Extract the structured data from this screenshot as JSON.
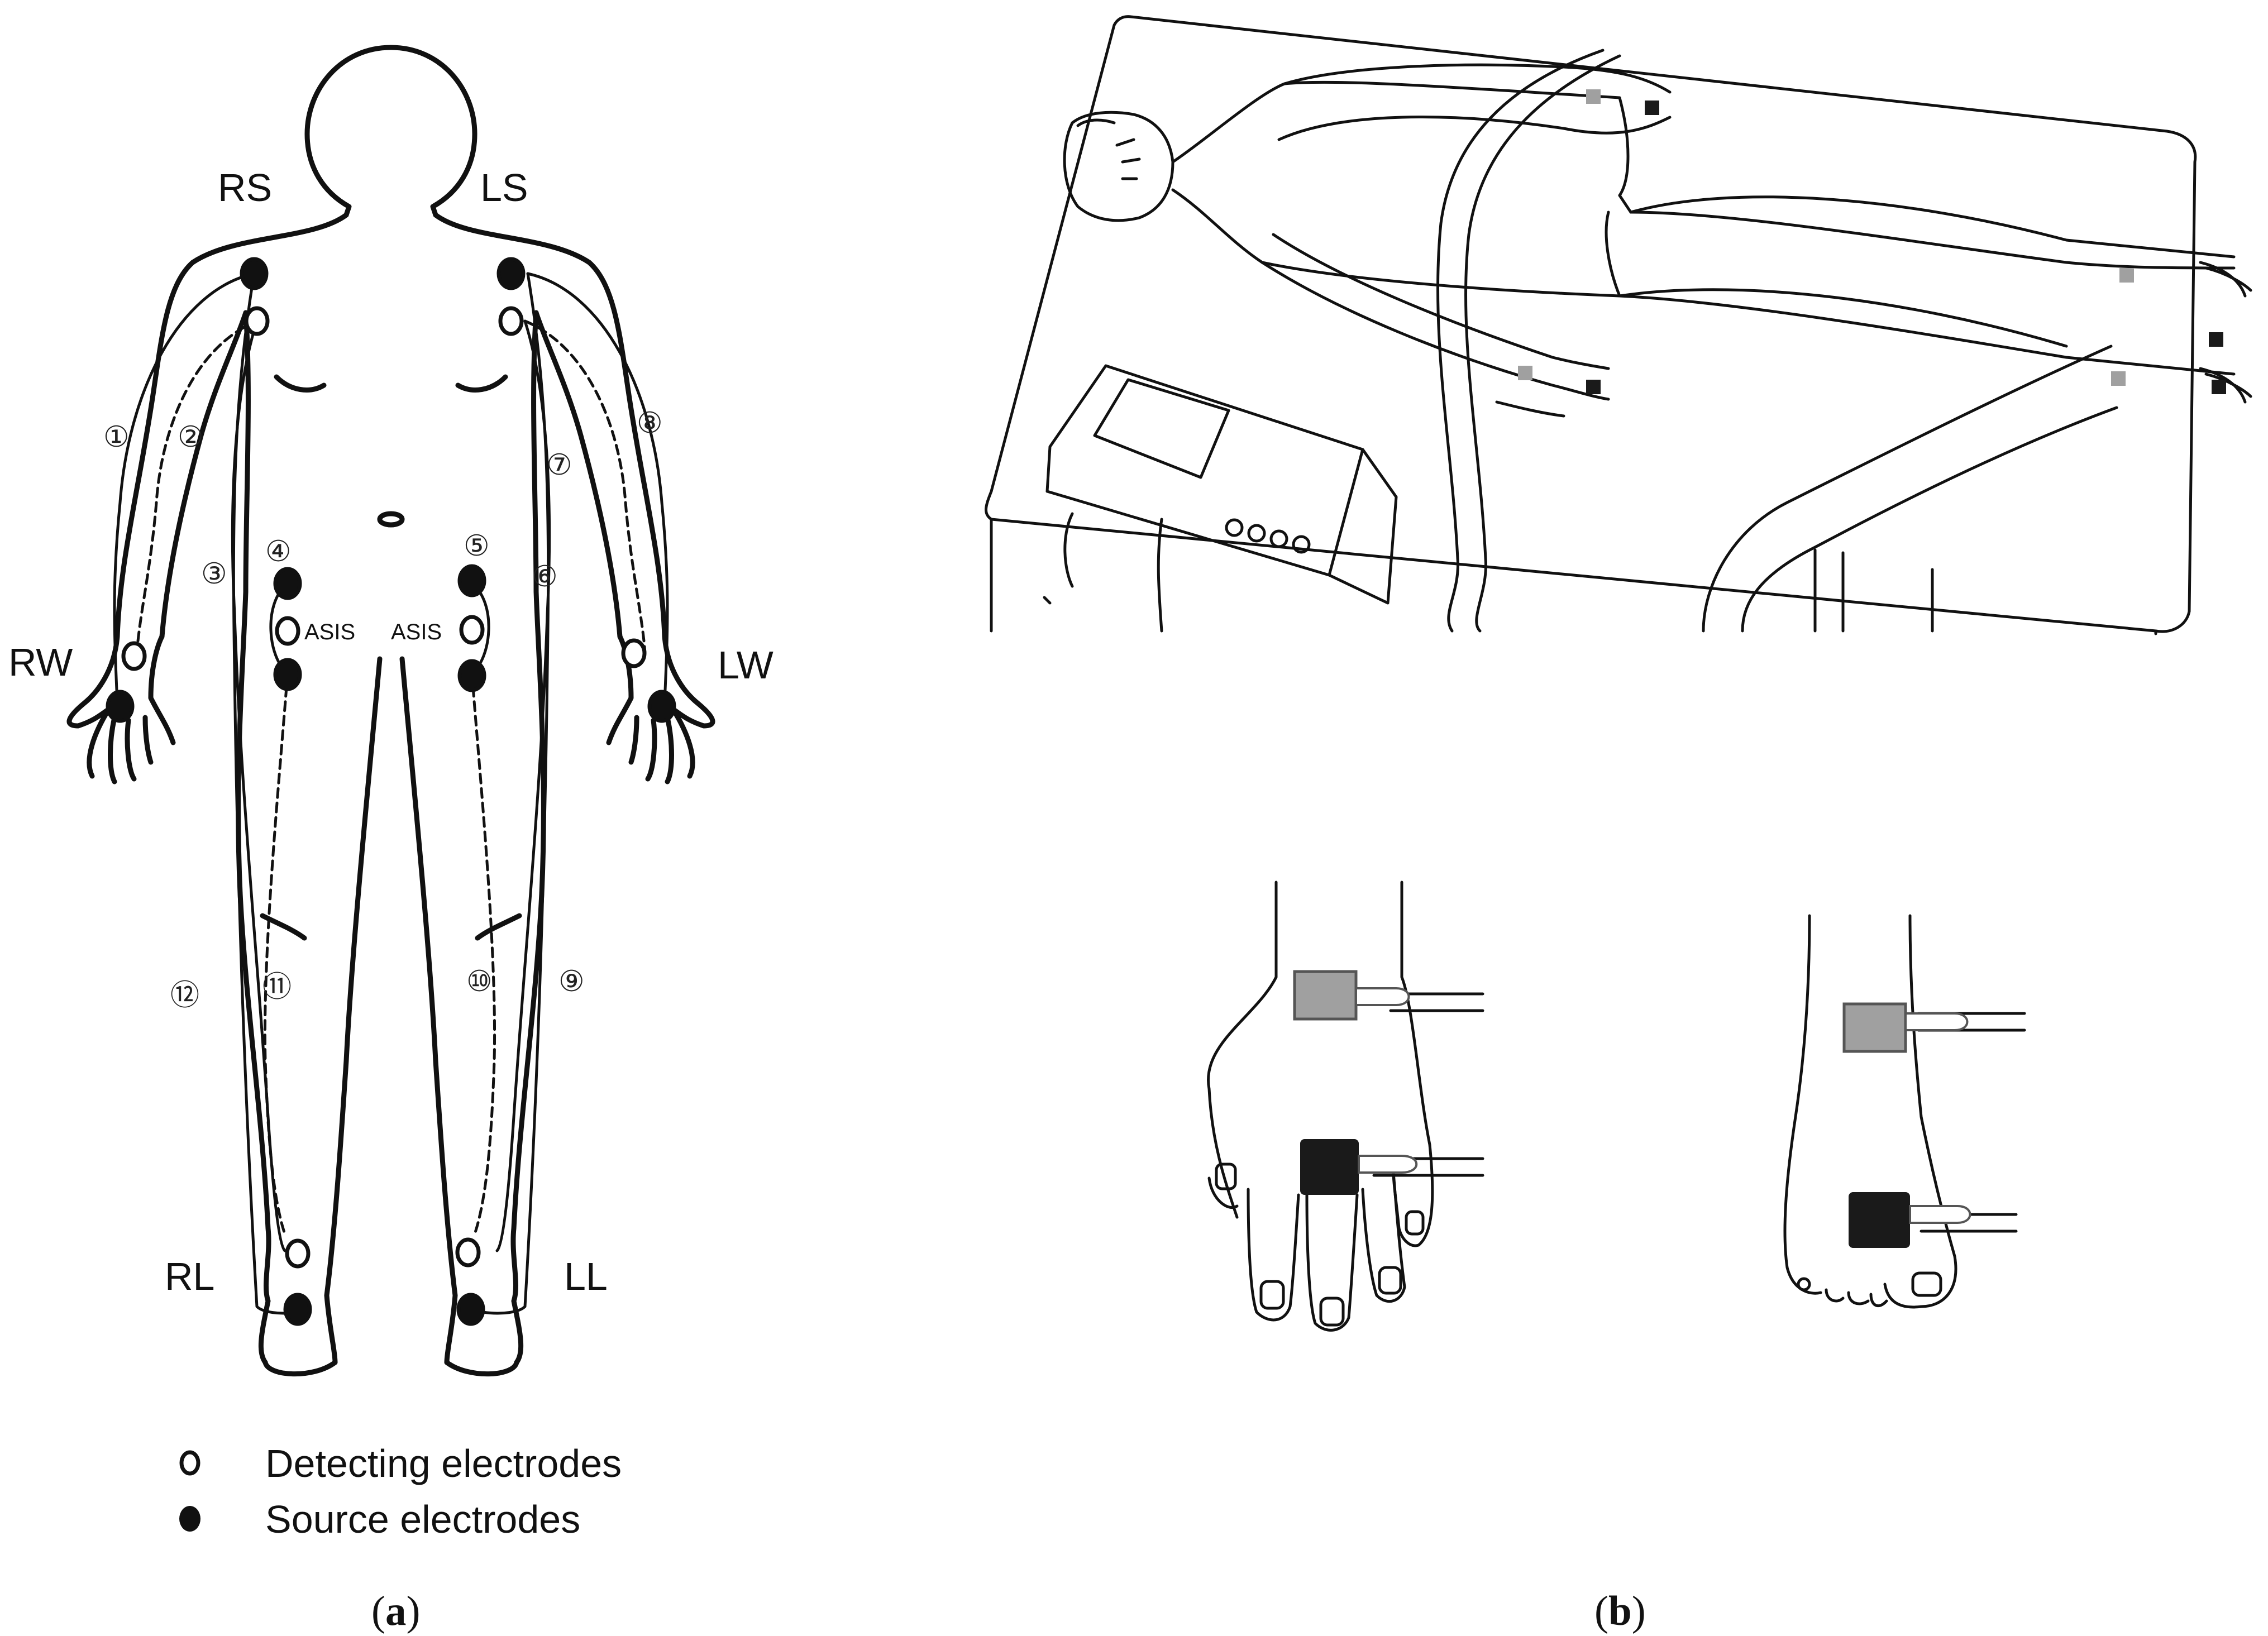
{
  "panel_a": {
    "site_labels": {
      "rs": "RS",
      "ls": "LS",
      "rw": "RW",
      "lw": "LW",
      "rl": "RL",
      "ll": "LL",
      "asis_right": "ASIS",
      "asis_left": "ASIS"
    },
    "path_numbers": [
      "①",
      "②",
      "③",
      "④",
      "⑤",
      "⑥",
      "⑦",
      "⑧",
      "⑨",
      "⑩",
      "⑪",
      "⑫"
    ],
    "legend": {
      "detecting": "Detecting electrodes",
      "source": "Source electrodes"
    },
    "caption": {
      "open": "(",
      "letter": "a",
      "close": ")"
    }
  },
  "panel_b": {
    "caption": {
      "open": "(",
      "letter": "b",
      "close": ")"
    }
  },
  "colors": {
    "ink": "#111111",
    "detecting_electrode_fill": "#ffffff",
    "source_electrode_fill": "#111111",
    "clip_grey": "#a0a0a0",
    "clip_black": "#1a1a1a"
  }
}
